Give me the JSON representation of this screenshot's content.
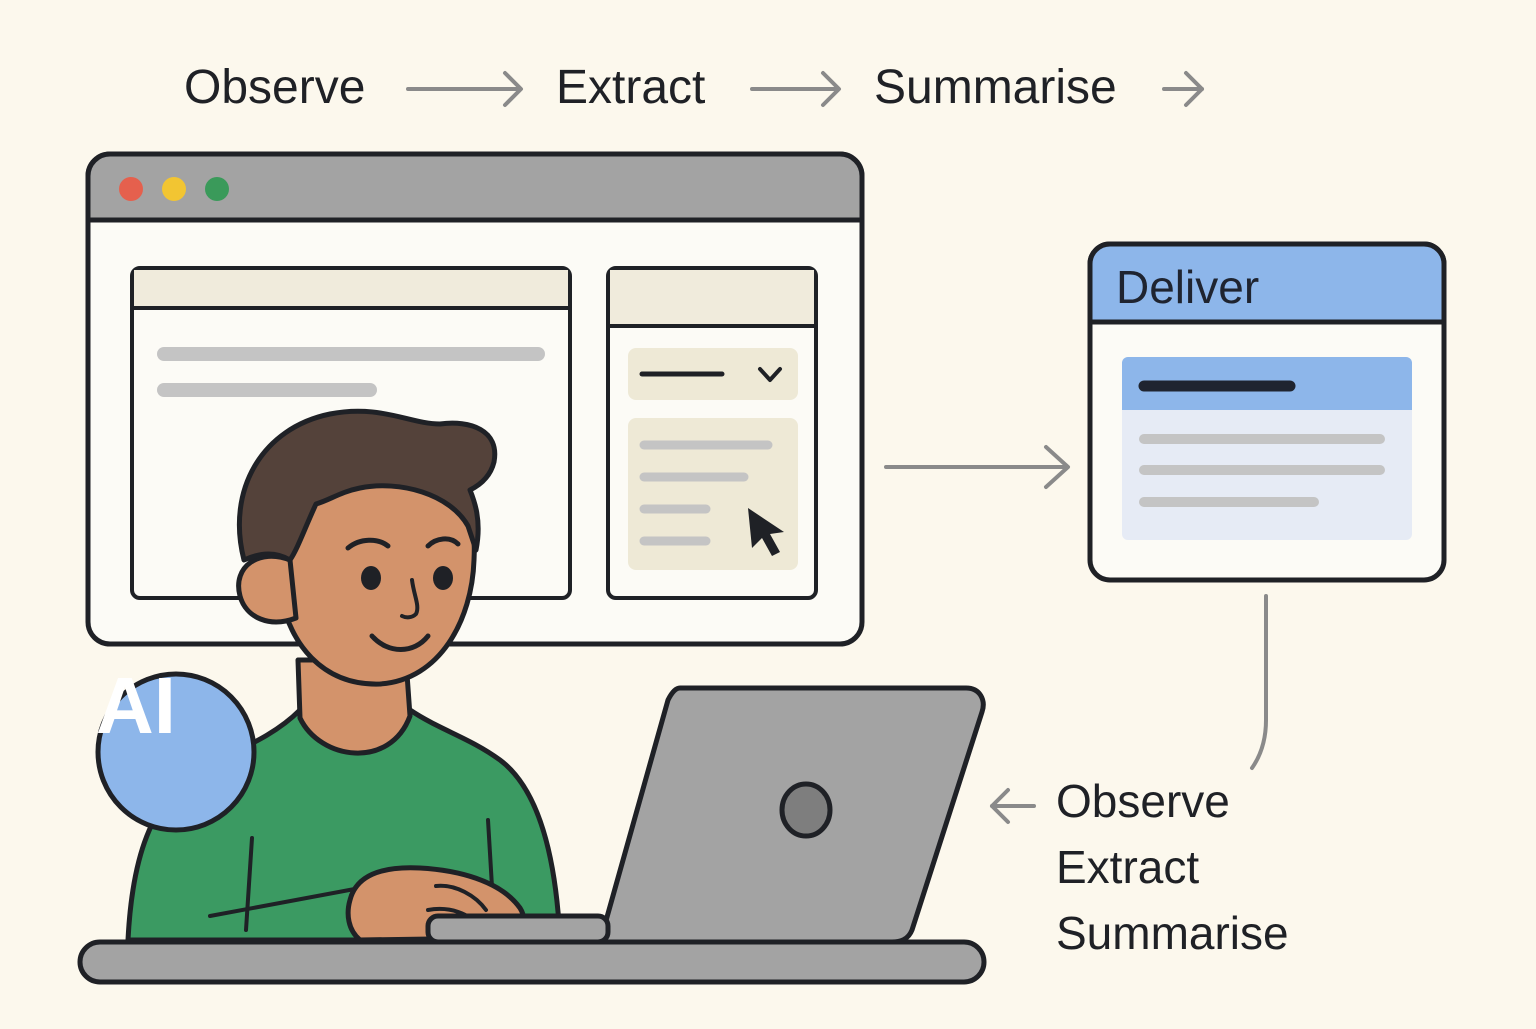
{
  "pipeline": {
    "steps": [
      "Observe",
      "Extract",
      "Summarise"
    ]
  },
  "deliver_card": {
    "title": "Deliver"
  },
  "loop_labels": [
    "Observe",
    "Extract",
    "Summarise"
  ],
  "badge": {
    "text": "AI"
  },
  "colors": {
    "background": "#fcf8ed",
    "outline": "#1f2126",
    "titlebar": "#a3a3a3",
    "dot_red": "#e5604d",
    "dot_yellow": "#f2c532",
    "dot_green": "#3a9a5a",
    "deliver_header": "#8db6ea",
    "deliver_body": "#e6ebf5",
    "ai_badge": "#8db6ea",
    "shirt": "#3b9a62",
    "skin": "#d3936b",
    "hair": "#54423a",
    "laptop": "#a3a3a3",
    "arrow": "#8a8a8a"
  },
  "icons": [
    "right-arrow-icon",
    "left-arrow-icon",
    "mouse-cursor-icon",
    "chevron-down-icon",
    "window-dots-icon",
    "laptop-logo-icon"
  ]
}
